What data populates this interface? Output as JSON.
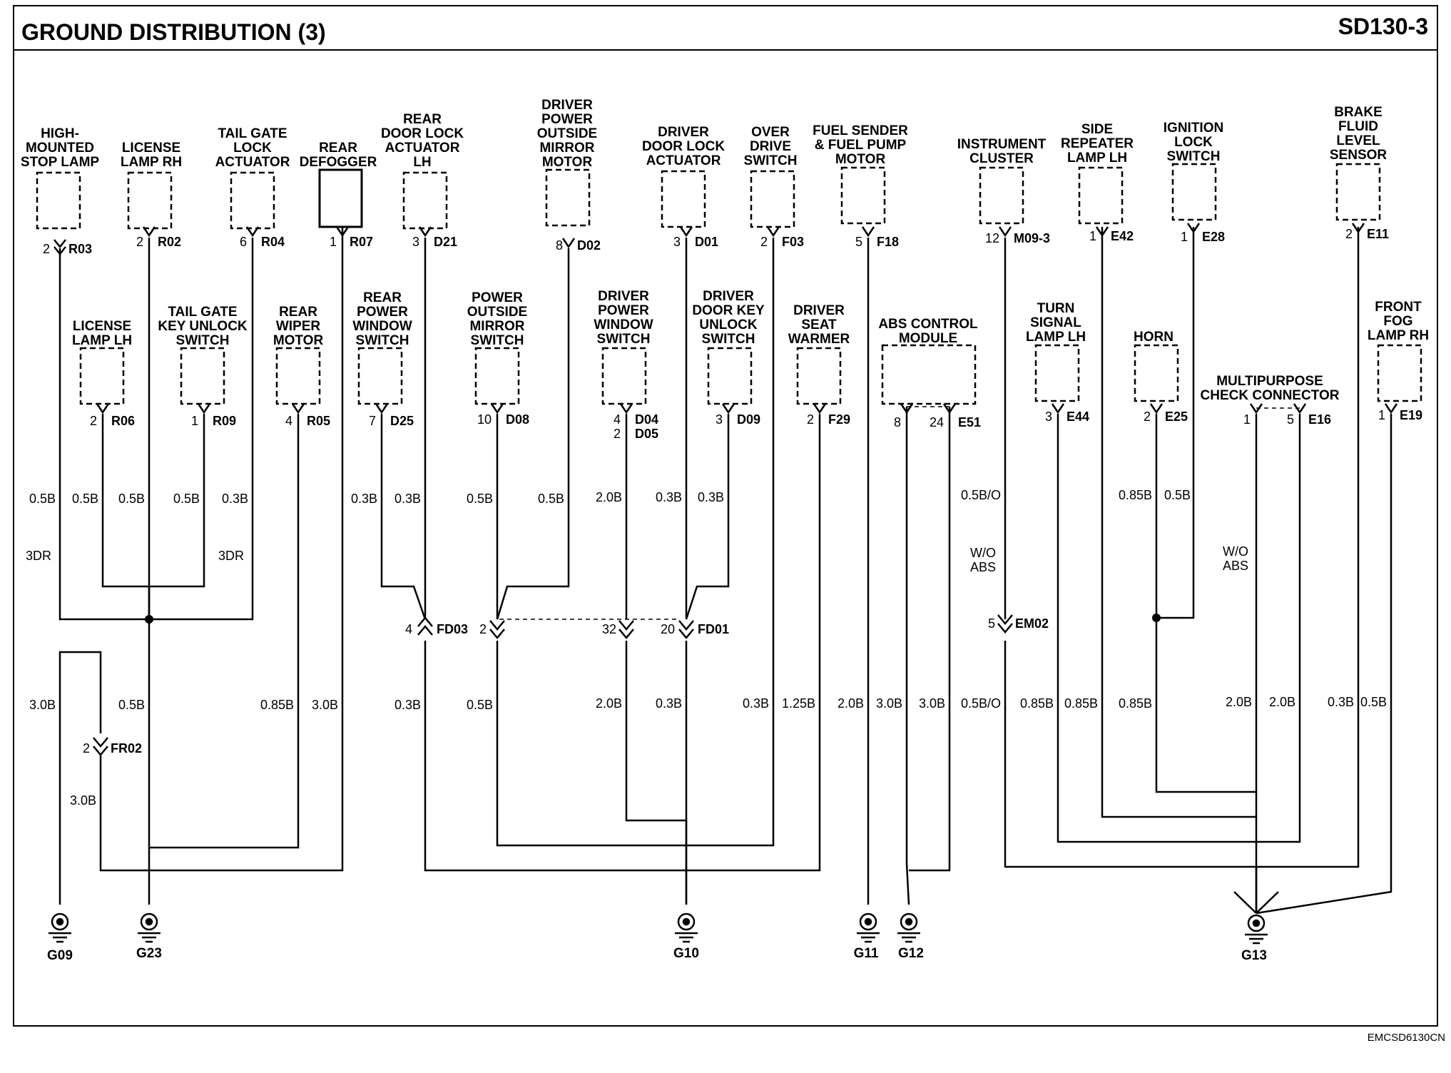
{
  "title": "GROUND DISTRIBUTION (3)",
  "page_code": "SD130-3",
  "figure_code": "EMCSD6130CN",
  "components": [
    {
      "key": "high_mounted_stop_lamp",
      "label": [
        "HIGH-",
        "MOUNTED",
        "STOP LAMP"
      ],
      "pin": "2",
      "connector": "R03"
    },
    {
      "key": "license_lamp_rh",
      "label": [
        "LICENSE",
        "LAMP RH"
      ],
      "pin": "2",
      "connector": "R02"
    },
    {
      "key": "tail_gate_lock_actuator",
      "label": [
        "TAIL GATE",
        "LOCK",
        "ACTUATOR"
      ],
      "pin": "6",
      "connector": "R04"
    },
    {
      "key": "rear_defogger",
      "label": [
        "REAR",
        "DEFOGGER"
      ],
      "pin": "1",
      "connector": "R07"
    },
    {
      "key": "rear_door_lock_actuator_lh",
      "label": [
        "REAR",
        "DOOR LOCK",
        "ACTUATOR",
        "LH"
      ],
      "pin": "3",
      "connector": "D21"
    },
    {
      "key": "driver_power_outside_mirror_motor",
      "label": [
        "DRIVER",
        "POWER",
        "OUTSIDE",
        "MIRROR",
        "MOTOR"
      ],
      "pin": "8",
      "connector": "D02"
    },
    {
      "key": "driver_door_lock_actuator",
      "label": [
        "DRIVER",
        "DOOR LOCK",
        "ACTUATOR"
      ],
      "pin": "3",
      "connector": "D01"
    },
    {
      "key": "over_drive_switch",
      "label": [
        "OVER",
        "DRIVE",
        "SWITCH"
      ],
      "pin": "2",
      "connector": "F03"
    },
    {
      "key": "fuel_sender_fuel_pump_motor",
      "label": [
        "FUEL SENDER",
        "& FUEL PUMP",
        "MOTOR"
      ],
      "pin": "5",
      "connector": "F18"
    },
    {
      "key": "instrument_cluster",
      "label": [
        "INSTRUMENT",
        "CLUSTER"
      ],
      "pin": "12",
      "connector": "M09-3"
    },
    {
      "key": "side_repeater_lamp_lh",
      "label": [
        "SIDE",
        "REPEATER",
        "LAMP LH"
      ],
      "pin": "1",
      "connector": "E42"
    },
    {
      "key": "ignition_lock_switch",
      "label": [
        "IGNITION",
        "LOCK",
        "SWITCH"
      ],
      "pin": "1",
      "connector": "E28"
    },
    {
      "key": "brake_fluid_level_sensor",
      "label": [
        "BRAKE",
        "FLUID",
        "LEVEL",
        "SENSOR"
      ],
      "pin": "2",
      "connector": "E11"
    },
    {
      "key": "license_lamp_lh",
      "label": [
        "LICENSE",
        "LAMP LH"
      ],
      "pin": "2",
      "connector": "R06"
    },
    {
      "key": "tail_gate_key_unlock_switch",
      "label": [
        "TAIL GATE",
        "KEY UNLOCK",
        "SWITCH"
      ],
      "pin": "1",
      "connector": "R09"
    },
    {
      "key": "rear_wiper_motor",
      "label": [
        "REAR",
        "WIPER",
        "MOTOR"
      ],
      "pin": "4",
      "connector": "R05"
    },
    {
      "key": "rear_power_window_switch",
      "label": [
        "REAR",
        "POWER",
        "WINDOW",
        "SWITCH"
      ],
      "pin": "7",
      "connector": "D25"
    },
    {
      "key": "power_outside_mirror_switch",
      "label": [
        "POWER",
        "OUTSIDE",
        "MIRROR",
        "SWITCH"
      ],
      "pin": "10",
      "connector": "D08"
    },
    {
      "key": "driver_power_window_switch",
      "label": [
        "DRIVER",
        "POWER",
        "WINDOW",
        "SWITCH"
      ],
      "pin": "4",
      "connector": "D04",
      "pin2": "2",
      "connector2": "D05"
    },
    {
      "key": "driver_door_key_unlock_switch",
      "label": [
        "DRIVER",
        "DOOR KEY",
        "UNLOCK",
        "SWITCH"
      ],
      "pin": "3",
      "connector": "D09"
    },
    {
      "key": "driver_seat_warmer",
      "label": [
        "DRIVER",
        "SEAT",
        "WARMER"
      ],
      "pin": "2",
      "connector": "F29"
    },
    {
      "key": "abs_control_module",
      "label": [
        "ABS CONTROL",
        "MODULE"
      ],
      "pin": "8",
      "pin2": "24",
      "connector": "E51"
    },
    {
      "key": "turn_signal_lamp_lh",
      "label": [
        "TURN",
        "SIGNAL",
        "LAMP LH"
      ],
      "pin": "3",
      "connector": "E44"
    },
    {
      "key": "horn",
      "label": [
        "HORN"
      ],
      "pin": "2",
      "connector": "E25"
    },
    {
      "key": "multipurpose_check_connector",
      "label": [
        "MULTIPURPOSE",
        "CHECK CONNECTOR"
      ],
      "pin": "1",
      "pin2": "5",
      "connector": "E16"
    },
    {
      "key": "front_fog_lamp_rh",
      "label": [
        "FRONT",
        "FOG",
        "LAMP RH"
      ],
      "pin": "1",
      "connector": "E19"
    }
  ],
  "inline_connectors": [
    {
      "key": "FD03",
      "pin": "4",
      "id": "FD03"
    },
    {
      "key": "FD03_b",
      "pin": "2"
    },
    {
      "key": "FD01_b",
      "pin": "32"
    },
    {
      "key": "FD01",
      "pin": "20",
      "id": "FD01"
    },
    {
      "key": "EM02",
      "pin": "5",
      "id": "EM02"
    },
    {
      "key": "FR02",
      "pin": "2",
      "id": "FR02"
    }
  ],
  "wire_labels": {
    "upper": [
      "0.5B",
      "0.5B",
      "0.5B",
      "0.5B",
      "0.3B",
      "3DR",
      "3DR",
      "0.3B",
      "0.3B",
      "0.5B",
      "0.5B",
      "2.0B",
      "0.3B",
      "0.3B",
      "0.5B/O",
      "W/O",
      "ABS",
      "0.85B",
      "0.5B",
      "W/O",
      "ABS"
    ],
    "lower": [
      "3.0B",
      "0.5B",
      "0.85B",
      "3.0B",
      "0.3B",
      "0.5B",
      "2.0B",
      "0.3B",
      "0.3B",
      "1.25B",
      "2.0B",
      "3.0B",
      "3.0B",
      "0.5B/O",
      "0.85B",
      "0.85B",
      "0.85B",
      "2.0B",
      "2.0B",
      "0.3B",
      "0.5B",
      "3.0B"
    ]
  },
  "grounds": [
    "G09",
    "G23",
    "G10",
    "G11",
    "G12",
    "G13"
  ]
}
